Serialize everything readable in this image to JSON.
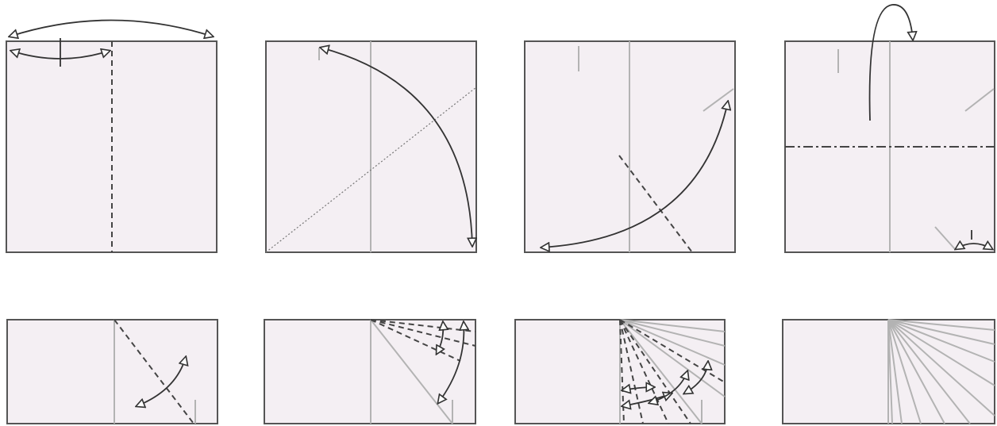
{
  "diagram": {
    "kind": "origami folding sequence",
    "rows": 2,
    "steps_per_row": 4,
    "colors": {
      "paper_fill": "#f4eff3",
      "paper_edge": "#555555",
      "crease": "#b3b3b3",
      "fold_line": "#444444",
      "arrow": "#333333",
      "arrowhead_fill": "#ffffff"
    },
    "steps": [
      {
        "id": "step-1",
        "shape": "square",
        "lines": [
          "valley-vertical"
        ],
        "arrows": [
          "two-way-top",
          "two-way-small"
        ]
      },
      {
        "id": "step-2",
        "shape": "square",
        "lines": [
          "center-crease",
          "dotted-diagonal"
        ],
        "arrows": [
          "two-way-arc"
        ]
      },
      {
        "id": "step-3",
        "shape": "square",
        "lines": [
          "center-crease",
          "valley-diagonal"
        ],
        "arrows": [
          "two-way-arc"
        ]
      },
      {
        "id": "step-4",
        "shape": "square",
        "lines": [
          "center-crease",
          "mountain-horizontal"
        ],
        "arrows": [
          "fold-behind",
          "two-way-small"
        ]
      },
      {
        "id": "step-5",
        "shape": "rectangle",
        "lines": [
          "center-crease",
          "valley-diagonal"
        ],
        "arrows": [
          "two-way-diagonal"
        ]
      },
      {
        "id": "step-6",
        "shape": "rectangle",
        "lines": [
          "center-crease",
          "diagonal-crease",
          "valley-fan"
        ],
        "arrows": [
          "two-way-small",
          "two-way-large"
        ]
      },
      {
        "id": "step-7",
        "shape": "rectangle",
        "lines": [
          "center-crease",
          "crease-fan",
          "valley-fan"
        ],
        "arrows": [
          "two-way-x4"
        ]
      },
      {
        "id": "step-8",
        "shape": "rectangle",
        "lines": [
          "center-crease",
          "crease-fan"
        ],
        "arrows": []
      }
    ]
  }
}
